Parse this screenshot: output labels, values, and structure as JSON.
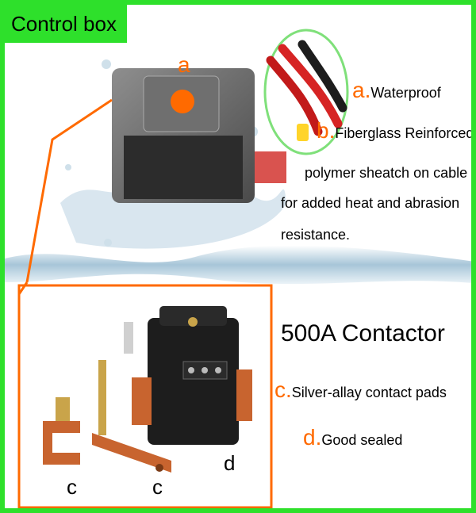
{
  "title": "Control box",
  "labels": {
    "a_marker": "a",
    "a_letter": "a.",
    "a_text": "Waterproof",
    "b_letter": "b.",
    "b_text": "Fiberglass Reinforced",
    "b_line2": "polymer sheatch on cable",
    "b_line3": "for added heat and abrasion",
    "b_line4": "resistance.",
    "contactor_title": "500A Contactor",
    "c_letter": "c.",
    "c_text": "Silver-allay contact pads",
    "d_letter": "d.",
    "d_text": "Good sealed",
    "c_marker_1": "c",
    "c_marker_2": "c",
    "d_marker": "d"
  },
  "colors": {
    "frame_green": "#2ee02b",
    "accent_orange": "#ff6a00",
    "water_blue": "#8fb3c9",
    "body_black": "#1d1d1d",
    "copper": "#c8642f",
    "brass": "#c9a44a"
  }
}
